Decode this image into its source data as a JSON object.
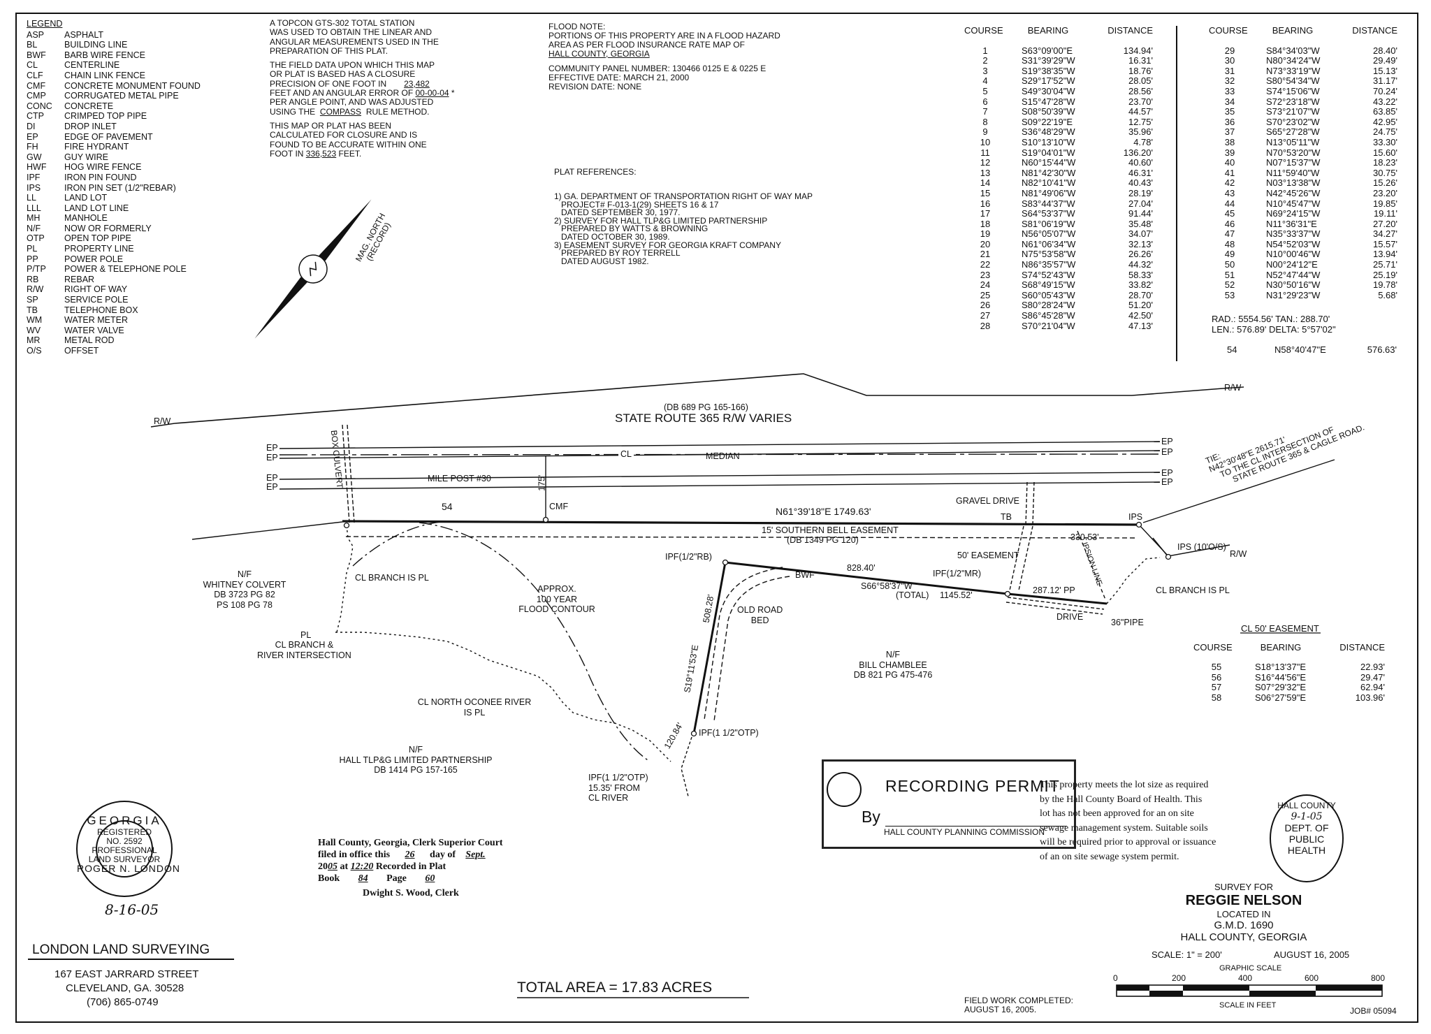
{
  "legend": {
    "title": "LEGEND",
    "items": [
      {
        "ab": "ASP",
        "desc": "ASPHALT"
      },
      {
        "ab": "BL",
        "desc": "BUILDING LINE"
      },
      {
        "ab": "BWF",
        "desc": "BARB WIRE FENCE"
      },
      {
        "ab": "CL",
        "desc": "CENTERLINE"
      },
      {
        "ab": "CLF",
        "desc": "CHAIN LINK FENCE"
      },
      {
        "ab": "CMF",
        "desc": "CONCRETE MONUMENT FOUND"
      },
      {
        "ab": "CMP",
        "desc": "CORRUGATED METAL PIPE"
      },
      {
        "ab": "CONC",
        "desc": "CONCRETE"
      },
      {
        "ab": "CTP",
        "desc": "CRIMPED TOP PIPE"
      },
      {
        "ab": "DI",
        "desc": "DROP INLET"
      },
      {
        "ab": "EP",
        "desc": "EDGE OF PAVEMENT"
      },
      {
        "ab": "FH",
        "desc": "FIRE HYDRANT"
      },
      {
        "ab": "GW",
        "desc": "GUY WIRE"
      },
      {
        "ab": "HWF",
        "desc": "HOG WIRE FENCE"
      },
      {
        "ab": "IPF",
        "desc": "IRON PIN FOUND"
      },
      {
        "ab": "IPS",
        "desc": "IRON PIN SET (1/2\"REBAR)"
      },
      {
        "ab": "LL",
        "desc": "LAND LOT"
      },
      {
        "ab": "LLL",
        "desc": "LAND LOT LINE"
      },
      {
        "ab": "MH",
        "desc": "MANHOLE"
      },
      {
        "ab": "N/F",
        "desc": "NOW OR FORMERLY"
      },
      {
        "ab": "OTP",
        "desc": "OPEN TOP PIPE"
      },
      {
        "ab": "PL",
        "desc": "PROPERTY LINE"
      },
      {
        "ab": "PP",
        "desc": "POWER POLE"
      },
      {
        "ab": "P/TP",
        "desc": "POWER & TELEPHONE POLE"
      },
      {
        "ab": "RB",
        "desc": "REBAR"
      },
      {
        "ab": "R/W",
        "desc": "RIGHT OF WAY"
      },
      {
        "ab": "SP",
        "desc": "SERVICE POLE"
      },
      {
        "ab": "TB",
        "desc": "TELEPHONE BOX"
      },
      {
        "ab": "WM",
        "desc": "WATER METER"
      },
      {
        "ab": "WV",
        "desc": "WATER VALVE"
      },
      {
        "ab": "MR",
        "desc": "METAL ROD"
      },
      {
        "ab": "O/S",
        "desc": "OFFSET"
      }
    ]
  },
  "precision": {
    "l1": "A TOPCON GTS-302 TOTAL STATION",
    "l2": "WAS USED TO OBTAIN THE LINEAR AND",
    "l3": "ANGULAR MEASUREMENTS USED IN THE",
    "l4": "PREPARATION OF THIS PLAT.",
    "l5": "THE FIELD DATA UPON WHICH THIS MAP",
    "l6": "OR PLAT IS BASED HAS A CLOSURE",
    "l7a": "PRECISION OF ONE FOOT IN",
    "l7b": "23,482",
    "l8a": "FEET AND AN ANGULAR ERROR OF",
    "l8b": "00-00-04",
    "l9": "PER ANGLE POINT, AND WAS ADJUSTED",
    "l10a": "USING THE",
    "l10b": "COMPASS",
    "l10c": "RULE METHOD.",
    "l11": "THIS MAP OR PLAT HAS BEEN",
    "l12": "CALCULATED FOR CLOSURE AND IS",
    "l13": "FOUND TO BE ACCURATE WITHIN ONE",
    "l14a": "FOOT IN",
    "l14b": "336,523",
    "l14c": "FEET."
  },
  "flood": {
    "title": "FLOOD NOTE:",
    "l1": "PORTIONS OF THIS PROPERTY ARE IN A FLOOD HAZARD",
    "l2": "AREA AS PER FLOOD INSURANCE RATE MAP OF",
    "l3": "HALL COUNTY, GEORGIA",
    "l4": "COMMUNITY PANEL NUMBER: 130466 0125 E & 0225 E",
    "l5": "EFFECTIVE DATE: MARCH 21, 2000",
    "l6": "REVISION DATE: NONE"
  },
  "plat_refs": {
    "title": "PLAT REFERENCES:",
    "lines": [
      "1) GA. DEPARTMENT OF TRANSPORTATION RIGHT OF WAY MAP",
      "   PROJECT# F-013-1(29) SHEETS 16 & 17",
      "   DATED SEPTEMBER 30, 1977.",
      "2) SURVEY FOR HALL TLP&G LIMITED PARTNERSHIP",
      "   PREPARED BY WATTS & BROWNING",
      "   DATED OCTOBER 30, 1989.",
      "3) EASEMENT SURVEY FOR GEORGIA KRAFT COMPANY",
      "   PREPARED BY ROY TERRELL",
      "   DATED AUGUST 1982."
    ]
  },
  "course_table_1": {
    "headers": [
      "COURSE",
      "BEARING",
      "DISTANCE"
    ],
    "rows": [
      [
        "1",
        "S63°09'00\"E",
        "134.94'"
      ],
      [
        "2",
        "S31°39'29\"W",
        "16.31'"
      ],
      [
        "3",
        "S19°38'35\"W",
        "18.76'"
      ],
      [
        "4",
        "S29°17'52\"W",
        "28.05'"
      ],
      [
        "5",
        "S49°30'04\"W",
        "28.56'"
      ],
      [
        "6",
        "S15°47'28\"W",
        "23.70'"
      ],
      [
        "7",
        "S08°50'39\"W",
        "44.57'"
      ],
      [
        "8",
        "S09°22'19\"E",
        "12.75'"
      ],
      [
        "9",
        "S36°48'29\"W",
        "35.96'"
      ],
      [
        "10",
        "S10°13'10\"W",
        "4.78'"
      ],
      [
        "11",
        "S19°04'01\"W",
        "136.20'"
      ],
      [
        "12",
        "N60°15'44\"W",
        "40.60'"
      ],
      [
        "13",
        "N81°42'30\"W",
        "46.31'"
      ],
      [
        "14",
        "N82°10'41\"W",
        "40.43'"
      ],
      [
        "15",
        "N81°49'06\"W",
        "28.19'"
      ],
      [
        "16",
        "S83°44'37\"W",
        "27.04'"
      ],
      [
        "17",
        "S64°53'37\"W",
        "91.44'"
      ],
      [
        "18",
        "S81°06'19\"W",
        "35.48'"
      ],
      [
        "19",
        "N56°05'07\"W",
        "34.07'"
      ],
      [
        "20",
        "N61°06'34\"W",
        "32.13'"
      ],
      [
        "21",
        "N75°53'58\"W",
        "26.26'"
      ],
      [
        "22",
        "N86°35'57\"W",
        "44.32'"
      ],
      [
        "23",
        "S74°52'43\"W",
        "58.33'"
      ],
      [
        "24",
        "S68°49'15\"W",
        "33.82'"
      ],
      [
        "25",
        "S60°05'43\"W",
        "28.70'"
      ],
      [
        "26",
        "S80°28'24\"W",
        "51.20'"
      ],
      [
        "27",
        "S86°45'28\"W",
        "42.50'"
      ],
      [
        "28",
        "S70°21'04\"W",
        "47.13'"
      ]
    ]
  },
  "course_table_2": {
    "headers": [
      "COURSE",
      "BEARING",
      "DISTANCE"
    ],
    "rows": [
      [
        "29",
        "S84°34'03\"W",
        "28.40'"
      ],
      [
        "30",
        "N80°34'24\"W",
        "29.49'"
      ],
      [
        "31",
        "N73°33'19\"W",
        "15.13'"
      ],
      [
        "32",
        "S80°54'34\"W",
        "31.17'"
      ],
      [
        "33",
        "S74°15'06\"W",
        "70.24'"
      ],
      [
        "34",
        "S72°23'18\"W",
        "43.22'"
      ],
      [
        "35",
        "S73°21'07\"W",
        "63.85'"
      ],
      [
        "36",
        "S70°23'02\"W",
        "42.95'"
      ],
      [
        "37",
        "S65°27'28\"W",
        "24.75'"
      ],
      [
        "38",
        "N13°05'11\"W",
        "33.30'"
      ],
      [
        "39",
        "N70°53'20\"W",
        "15.60'"
      ],
      [
        "40",
        "N07°15'37\"W",
        "18.23'"
      ],
      [
        "41",
        "N11°59'40\"W",
        "30.75'"
      ],
      [
        "42",
        "N03°13'38\"W",
        "15.26'"
      ],
      [
        "43",
        "N42°45'26\"W",
        "23.20'"
      ],
      [
        "44",
        "N10°45'47\"W",
        "19.85'"
      ],
      [
        "45",
        "N69°24'15\"W",
        "19.11'"
      ],
      [
        "46",
        "N11°36'31\"E",
        "27.20'"
      ],
      [
        "47",
        "N35°33'37\"W",
        "34.27'"
      ],
      [
        "48",
        "N54°52'03\"W",
        "15.57'"
      ],
      [
        "49",
        "N10°00'46\"W",
        "13.94'"
      ],
      [
        "50",
        "N00°24'12\"E",
        "25.71'"
      ],
      [
        "51",
        "N52°47'44\"W",
        "25.19'"
      ],
      [
        "52",
        "N30°50'16\"W",
        "19.78'"
      ],
      [
        "53",
        "N31°29'23\"W",
        "5.68'"
      ]
    ],
    "curve_l1": "RAD.: 5554.56'  TAN.: 288.70'",
    "curve_l2": "LEN.: 576.89'  DELTA: 5°57'02\"",
    "chord": [
      "54",
      "N58°40'47\"E",
      "576.63'"
    ]
  },
  "easement_table": {
    "title": "CL 50' EASEMENT",
    "headers": [
      "COURSE",
      "BEARING",
      "DISTANCE"
    ],
    "rows": [
      [
        "55",
        "S18°13'37\"E",
        "22.93'"
      ],
      [
        "56",
        "S16°44'56\"E",
        "29.47'"
      ],
      [
        "57",
        "S07°29'32\"E",
        "62.94'"
      ],
      [
        "58",
        "S06°27'59\"E",
        "103.96'"
      ]
    ]
  },
  "map": {
    "north_label_1": "MAG. NORTH",
    "north_label_2": "(RECORD)",
    "db_road": "(DB 689 PG 165-166)",
    "road_name": "STATE ROUTE 365   R/W VARIES",
    "rw": "R/W",
    "ep": "EP",
    "cl": "CL",
    "median": "MEDIAN",
    "box_culvert": "BOX CULVERT",
    "milepost": "MILE POST #30",
    "dim175": "175'",
    "cmf": "CMF",
    "c54": "54",
    "north_line": "N61°39'18\"E   1749.63'",
    "gravel_drive": "GRAVEL DRIVE",
    "tb": "TB",
    "ips": "IPS",
    "ips_os": "IPS (10'O/S)",
    "easement_sb": "15' SOUTHERN BELL EASEMENT",
    "easement_sb_db": "(DB 1349 PG 120)",
    "d330": "330.53'",
    "tie1": "TIE:",
    "tie2": "N42°30'48\"E 2615.71'",
    "tie3": "TO THE CL INTERSECTION OF",
    "tie4": "STATE ROUTE 365 & CAGLE ROAD.",
    "whitney1": "N/F",
    "whitney2": "WHITNEY COLVERT",
    "whitney3": "DB 3723 PG 82",
    "whitney4": "PS 108 PG 78",
    "cl_branch_pl": "CL BRANCH IS PL",
    "pl": "PL",
    "branch_int1": "CL BRANCH &",
    "branch_int2": "RIVER INTERSECTION",
    "approx1": "APPROX.",
    "approx2": "100 YEAR",
    "approx3": "FLOOD CONTOUR",
    "ipf_rb": "IPF(1/2\"RB)",
    "bwf": "BWF",
    "d828": "828.40'",
    "ipf_mr": "IPF(1/2\"MR)",
    "s66": "S66°58'37\"W",
    "total": "1145.52'",
    "total_lbl": "(TOTAL)",
    "easement50": "50' EASEMENT",
    "d287": "287.12' PP",
    "ipsion": "IPSION LINE",
    "drive": "DRIVE",
    "pipe36": "36\"PIPE",
    "old_road1": "OLD ROAD",
    "old_road2": "BED",
    "d508": "508.28'",
    "s19": "S19°11'53\"E",
    "chamblee1": "N/F",
    "chamblee2": "BILL CHAMBLEE",
    "chamblee3": "DB 821 PG 475-476",
    "river1": "CL NORTH OCONEE RIVER",
    "river2": "IS PL",
    "hall1": "N/F",
    "hall2": "HALL TLP&G LIMITED PARTNERSHIP",
    "hall3": "DB 1414 PG 157-165",
    "d120": "120.84'",
    "ipf_otp": "IPF(1 1/2\"OTP)",
    "ipf_otp2a": "IPF(1 1/2\"OTP)",
    "ipf_otp2b": "15.35' FROM",
    "ipf_otp2c": "CL RIVER",
    "cl_branch_pl_r": "CL BRANCH IS PL",
    "rw_right": "R/W",
    "rw_left": "R/W",
    "rw_mid": "R/W"
  },
  "seal": {
    "top": "GEORGIA",
    "registered": "REGISTERED",
    "no": "NO. 2592",
    "prof": "PROFESSIONAL",
    "bottom": "ROGER N. LONDON",
    "land": "LAND SURVEYOR",
    "date": "8-16-05"
  },
  "clerk": {
    "l1": "Hall County, Georgia, Clerk Superior Court",
    "l2a": "filed in office this",
    "l2b": "26",
    "l2c": "day of",
    "l2d": "Sept.",
    "l3a": "20",
    "l3b": "05",
    "l3c": "at",
    "l3d": "12:20",
    "l3e": "Recorded in Plat",
    "l4a": "Book",
    "l4b": "84",
    "l4c": "Page",
    "l4d": "60",
    "l5": "Dwight S. Wood, Clerk"
  },
  "permit": {
    "title": "RECORDING PERMIT",
    "by": "By",
    "sub": "HALL COUNTY PLANNING COMMISSION"
  },
  "health_note": {
    "l1": "This property meets the lot size as required",
    "l2": "by the Hall County Board of Health. This",
    "l3": "lot has not been approved for an on site",
    "l4": "sewage management system. Suitable soils",
    "l5": "will be required prior to approval or issuance",
    "l6": "of an on site sewage system permit."
  },
  "health_seal": {
    "l1": "HALL COUNTY",
    "l2": "9-1-05",
    "l3": "DEPT. OF",
    "l4": "PUBLIC",
    "l5": "HEALTH"
  },
  "title_block": {
    "survey_for": "SURVEY FOR",
    "name": "REGGIE NELSON",
    "located": "LOCATED IN",
    "gmd": "G.M.D. 1690",
    "county": "HALL COUNTY, GEORGIA",
    "scale": "SCALE:  1\" = 200'",
    "date": "AUGUST 16, 2005",
    "graphic": "GRAPHIC SCALE",
    "ticks": [
      "0",
      "200",
      "400",
      "600",
      "800"
    ],
    "units": "SCALE IN FEET",
    "job": "JOB# 05094"
  },
  "company": {
    "name": "LONDON LAND SURVEYING",
    "addr1": "167 EAST JARRARD STREET",
    "addr2": "CLEVELAND, GA.  30528",
    "phone": "(706) 865-0749"
  },
  "total_area": "TOTAL AREA  =  17.83 ACRES",
  "field_work": {
    "l1": "FIELD WORK COMPLETED:",
    "l2": "AUGUST 16, 2005."
  }
}
